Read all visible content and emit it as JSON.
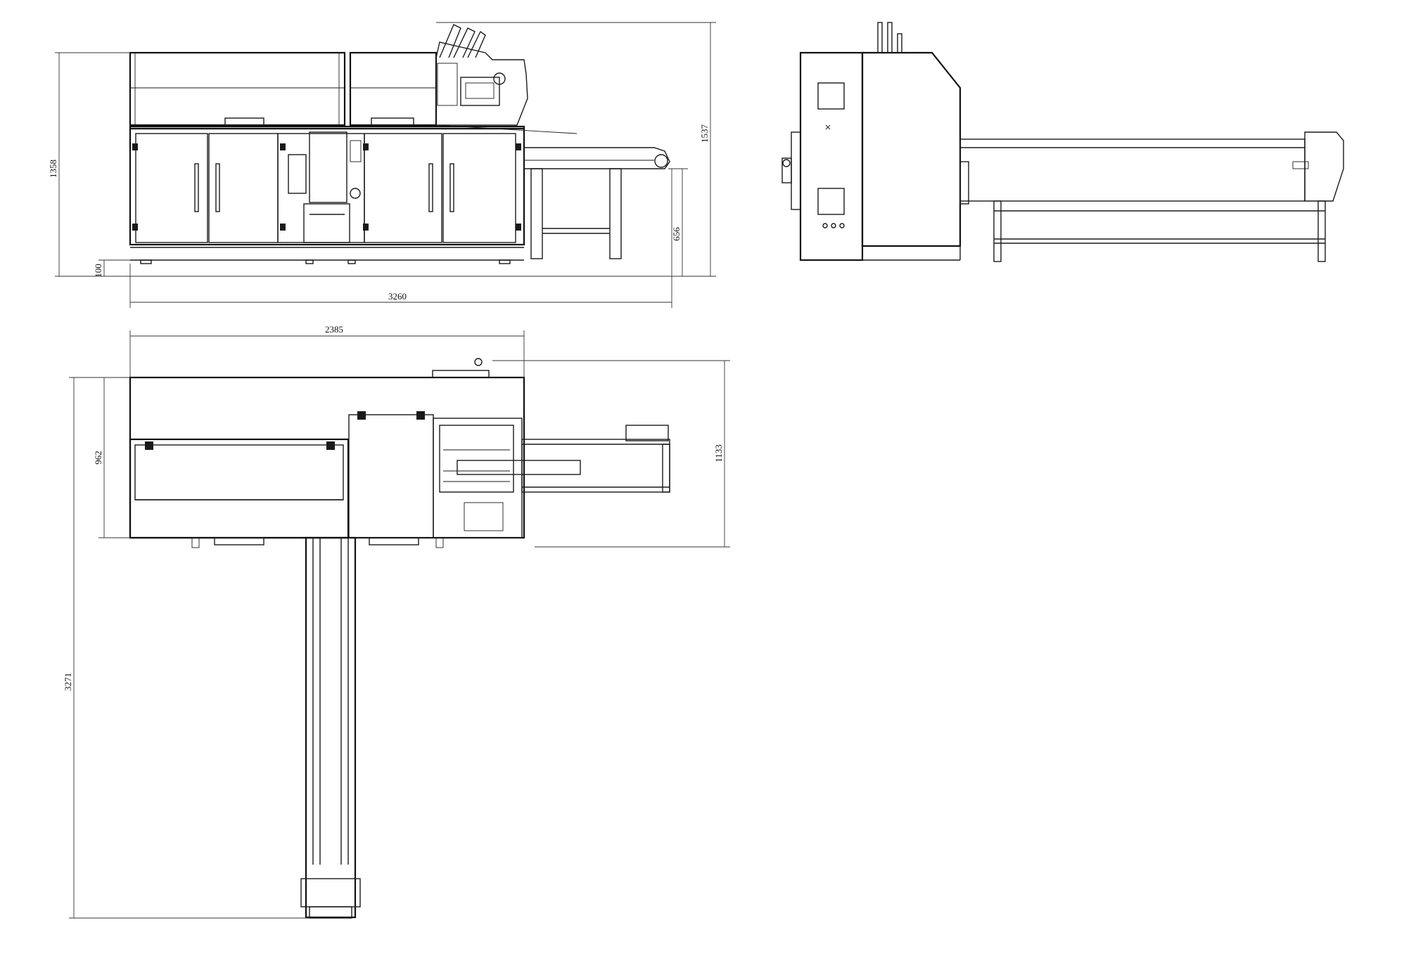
{
  "dimensions": {
    "front_width": "3260",
    "front_height": "1358",
    "front_overall_height": "1537",
    "front_conveyor_height": "656",
    "front_foot": "100",
    "top_width": "2385",
    "top_depth": "962",
    "top_overall_depth": "1133",
    "top_conveyor_length": "3271"
  }
}
